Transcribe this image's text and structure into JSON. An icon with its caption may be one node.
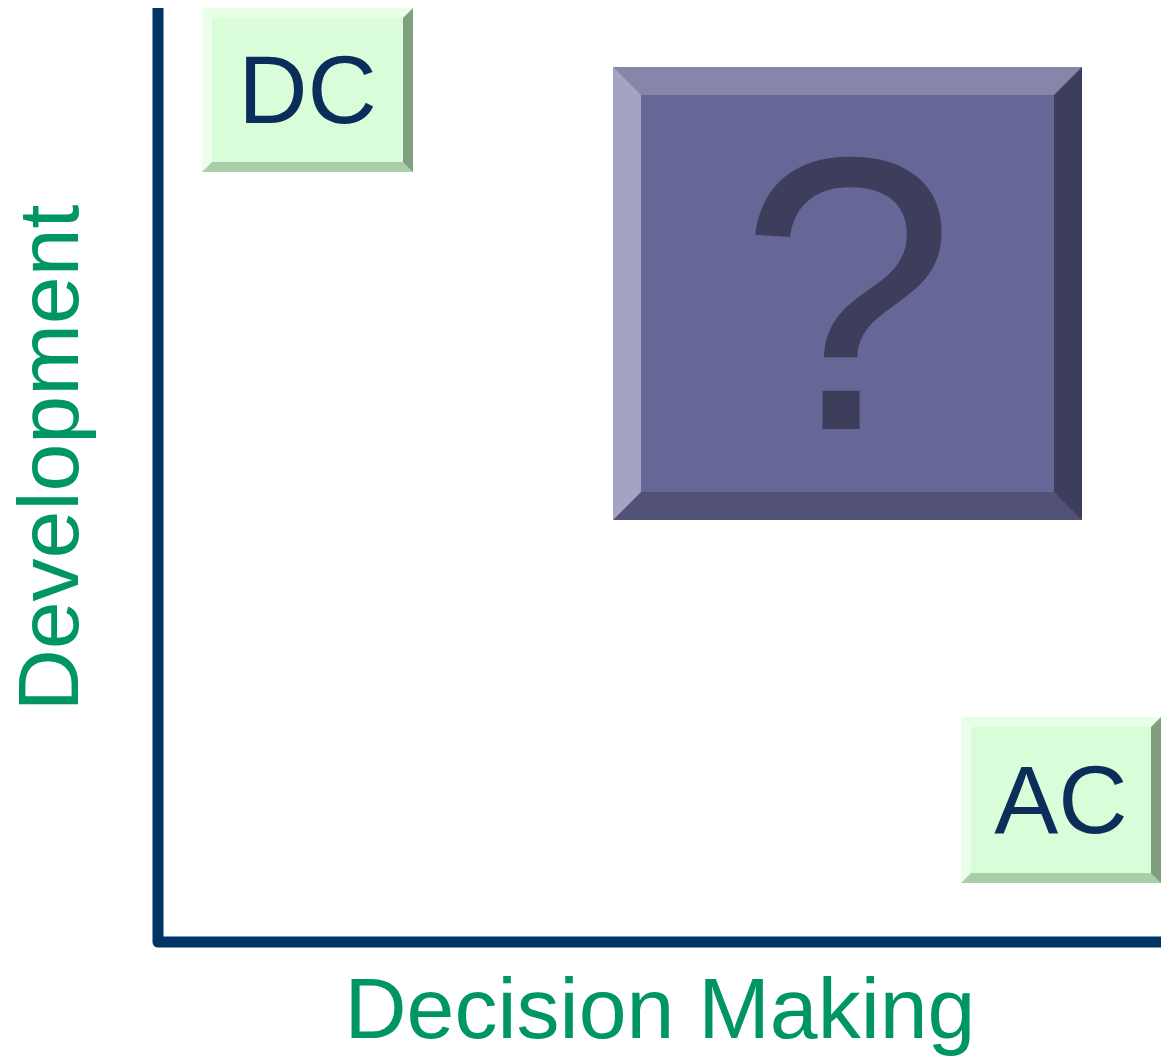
{
  "diagram": {
    "nodes": [
      {
        "text": [
          "DC"
        ]
      },
      {
        "text": [
          "?"
        ]
      },
      {
        "text": [
          "AC"
        ]
      }
    ],
    "labels": [
      "Development",
      "Decision Making"
    ]
  }
}
